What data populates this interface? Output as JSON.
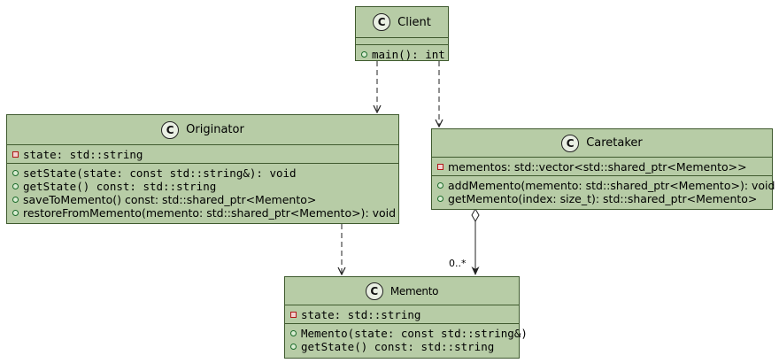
{
  "diagram": {
    "classes": {
      "client": {
        "name": "Client",
        "stereotype_letter": "C",
        "attributes": [],
        "methods": [
          "main(): int"
        ]
      },
      "originator": {
        "name": "Originator",
        "stereotype_letter": "C",
        "attributes": [
          "state: std::string"
        ],
        "methods": [
          "setState(state: const std::string&): void",
          "getState() const: std::string",
          "saveToMemento() const: std::shared_ptr<Memento>",
          "restoreFromMemento(memento: std::shared_ptr<Memento>): void"
        ]
      },
      "caretaker": {
        "name": "Caretaker",
        "stereotype_letter": "C",
        "attributes": [
          "mementos: std::vector<std::shared_ptr<Memento>>"
        ],
        "methods": [
          "addMemento(memento: std::shared_ptr<Memento>): void",
          "getMemento(index: size_t): std::shared_ptr<Memento>"
        ]
      },
      "memento": {
        "name": "Memento",
        "stereotype_letter": "C",
        "attributes": [
          "state: std::string"
        ],
        "methods": [
          "Memento(state: const std::string&)",
          "getState() const: std::string"
        ]
      }
    },
    "relations": {
      "client_originator": {
        "kind": "dependency"
      },
      "client_caretaker": {
        "kind": "dependency"
      },
      "originator_memento": {
        "kind": "dependency"
      },
      "caretaker_memento": {
        "kind": "aggregation",
        "multiplicity": "0..*"
      }
    },
    "colors": {
      "class_fill": "#b7cca6",
      "class_border": "#3f5a2e",
      "public_marker": "#1b6b2a",
      "private_marker": "#b01818"
    }
  }
}
